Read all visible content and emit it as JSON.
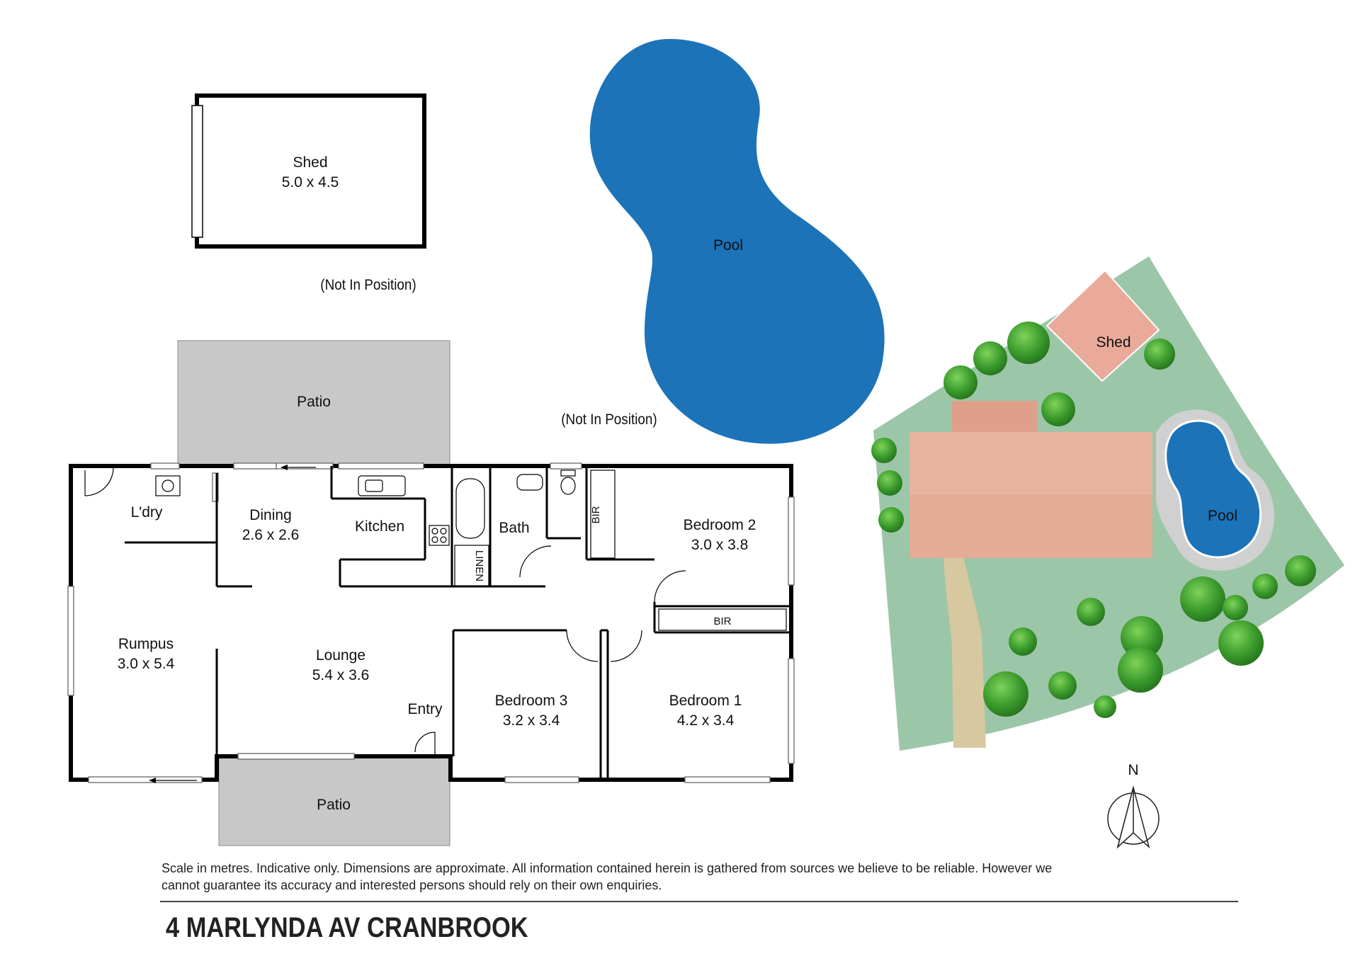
{
  "labels": {
    "shed_name": "Shed",
    "shed_dims": "5.0 x 4.5",
    "shed_note": "(Not In Position)",
    "pool_name": "Pool",
    "pool_note": "(Not In Position)",
    "patio_top": "Patio",
    "patio_bottom": "Patio",
    "laundry": "L'dry",
    "dining": "Dining",
    "dining_dims": "2.6 x 2.6",
    "kitchen": "Kitchen",
    "bath": "Bath",
    "linen": "LINEN",
    "bir_vertical": "BIR",
    "bir_horizontal": "BIR",
    "bedroom2": "Bedroom 2",
    "bedroom2_dims": "3.0 x 3.8",
    "rumpus": "Rumpus",
    "rumpus_dims": "3.0 x 5.4",
    "lounge": "Lounge",
    "lounge_dims": "5.4 x 3.6",
    "entry": "Entry",
    "bedroom3": "Bedroom 3",
    "bedroom3_dims": "3.2 x 3.4",
    "bedroom1": "Bedroom 1",
    "bedroom1_dims": "4.2 x 3.4",
    "site_shed": "Shed",
    "site_pool": "Pool",
    "north": "N"
  },
  "footer": {
    "disclaimer": "Scale in metres. Indicative only. Dimensions are approximate. All information contained herein is gathered from sources we believe to be reliable. However we cannot guarantee its accuracy and interested persons should rely on their own enquiries.",
    "address": "4 MARLYNDA AV CRANBROOK"
  },
  "colors": {
    "pool": "#1c73b8",
    "patio": "#c8c8c8",
    "lawn": "#9cc6a8",
    "roof": "#e8b4a0",
    "shed_roof": "#eaaa9a",
    "tree": "#3a9a2c",
    "path": "#d8c8a0"
  }
}
